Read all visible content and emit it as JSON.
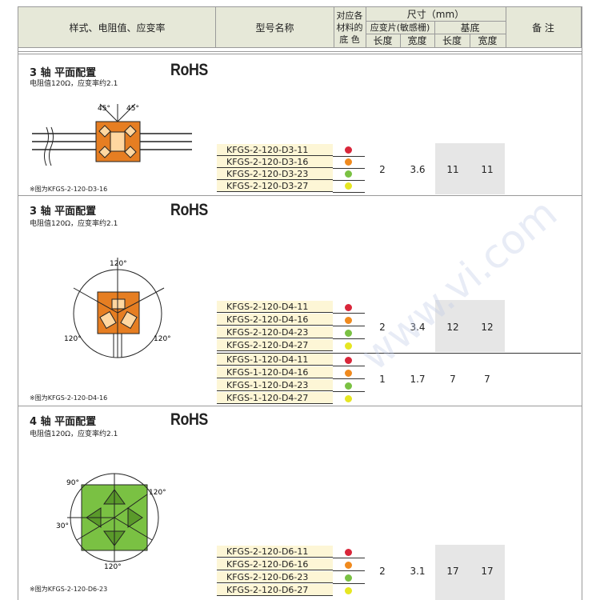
{
  "header": {
    "style": "样式、电阻值、应变率",
    "model": "型号名称",
    "color_line1": "对应各",
    "color_line2": "材料的",
    "color_line3": "底 色",
    "size": "尺寸（mm）",
    "gauge": "应变片(敏感栅)",
    "base": "基底",
    "length": "长度",
    "width": "宽度",
    "remark": "备 注"
  },
  "sections": [
    {
      "title": "3 轴 平面配置",
      "resistance": "电阻值120Ω，应变率约2.1",
      "rohs": "RoHS",
      "caption": "※图为KFGS-2-120-D3-16",
      "angle1": "45°",
      "angle2": "45°",
      "groups": [
        {
          "models": [
            "KFGS-2-120-D3-11",
            "KFGS-2-120-D3-16",
            "KFGS-2-120-D3-23",
            "KFGS-2-120-D3-27"
          ],
          "gl": "2",
          "gw": "3.6",
          "bl": "11",
          "bw": "11"
        }
      ]
    },
    {
      "title": "3 轴 平面配置",
      "resistance": "电阻值120Ω，应变率约2.1",
      "rohs": "RoHS",
      "caption": "※图为KFGS-2-120-D4-16",
      "angle_top": "120°",
      "angle_left": "120°",
      "angle_right": "120°",
      "groups": [
        {
          "models": [
            "KFGS-2-120-D4-11",
            "KFGS-2-120-D4-16",
            "KFGS-2-120-D4-23",
            "KFGS-2-120-D4-27"
          ],
          "gl": "2",
          "gw": "3.4",
          "bl": "12",
          "bw": "12"
        },
        {
          "models": [
            "KFGS-1-120-D4-11",
            "KFGS-1-120-D4-16",
            "KFGS-1-120-D4-23",
            "KFGS-1-120-D4-27"
          ],
          "gl": "1",
          "gw": "1.7",
          "bl": "7",
          "bw": "7"
        }
      ]
    },
    {
      "title": "4 轴 平面配置",
      "resistance": "电阻值120Ω，应变率约2.1",
      "rohs": "RoHS",
      "caption": "※图为KFGS-2-120-D6-23",
      "angle_90": "90°",
      "angle_r120": "120°",
      "angle_30": "30°",
      "angle_b120": "120°",
      "groups": [
        {
          "models": [
            "KFGS-2-120-D6-11",
            "KFGS-2-120-D6-16",
            "KFGS-2-120-D6-23",
            "KFGS-2-120-D6-27"
          ],
          "gl": "2",
          "gw": "3.1",
          "bl": "17",
          "bw": "17"
        }
      ]
    }
  ],
  "material_colors": [
    "#d9263a",
    "#f08a1e",
    "#7ac143",
    "#e6e622"
  ],
  "watermark": "www.vi.com"
}
